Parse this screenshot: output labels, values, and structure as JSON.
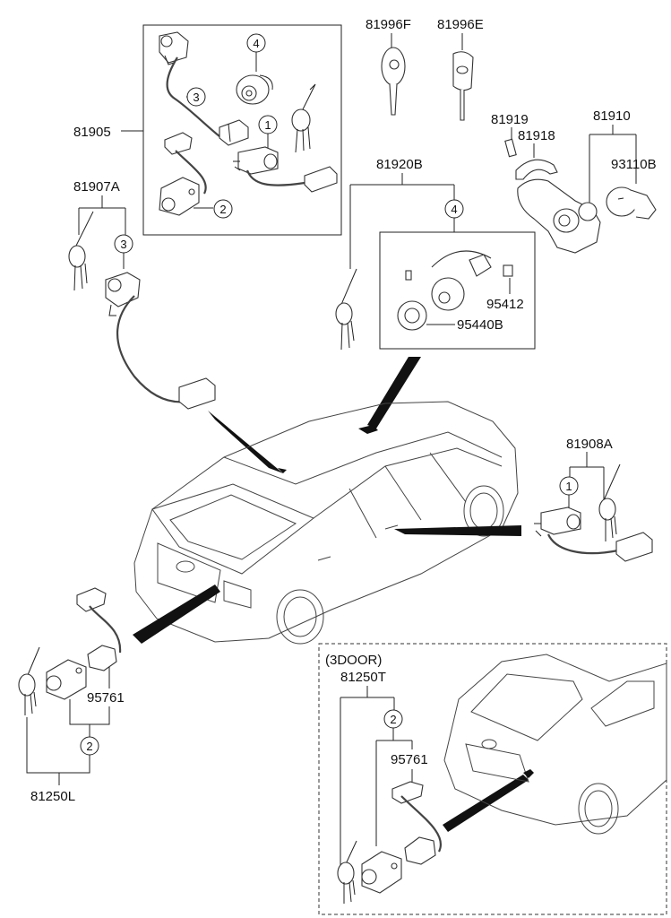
{
  "diagram": {
    "title": "Key & Cylinder Set Parts Diagram",
    "part_labels": {
      "p81905": "81905",
      "p81907A": "81907A",
      "p81996F": "81996F",
      "p81996E": "81996E",
      "p81919": "81919",
      "p81918": "81918",
      "p81910": "81910",
      "p93110B": "93110B",
      "p81920B": "81920B",
      "p95412": "95412",
      "p95440B": "95440B",
      "p81908A": "81908A",
      "p95761_left": "95761",
      "p81250L": "81250L",
      "p3door": "(3DOOR)",
      "p81250T": "81250T",
      "p95761_right": "95761"
    },
    "callouts": {
      "c_box_4": "4",
      "c_box_3": "3",
      "c_box_1": "1",
      "c_box_2": "2",
      "c_81907A_3": "3",
      "c_81920B_4": "4",
      "c_81908A_1": "1",
      "c_81250L_2": "2",
      "c_81250T_2": "2"
    }
  }
}
